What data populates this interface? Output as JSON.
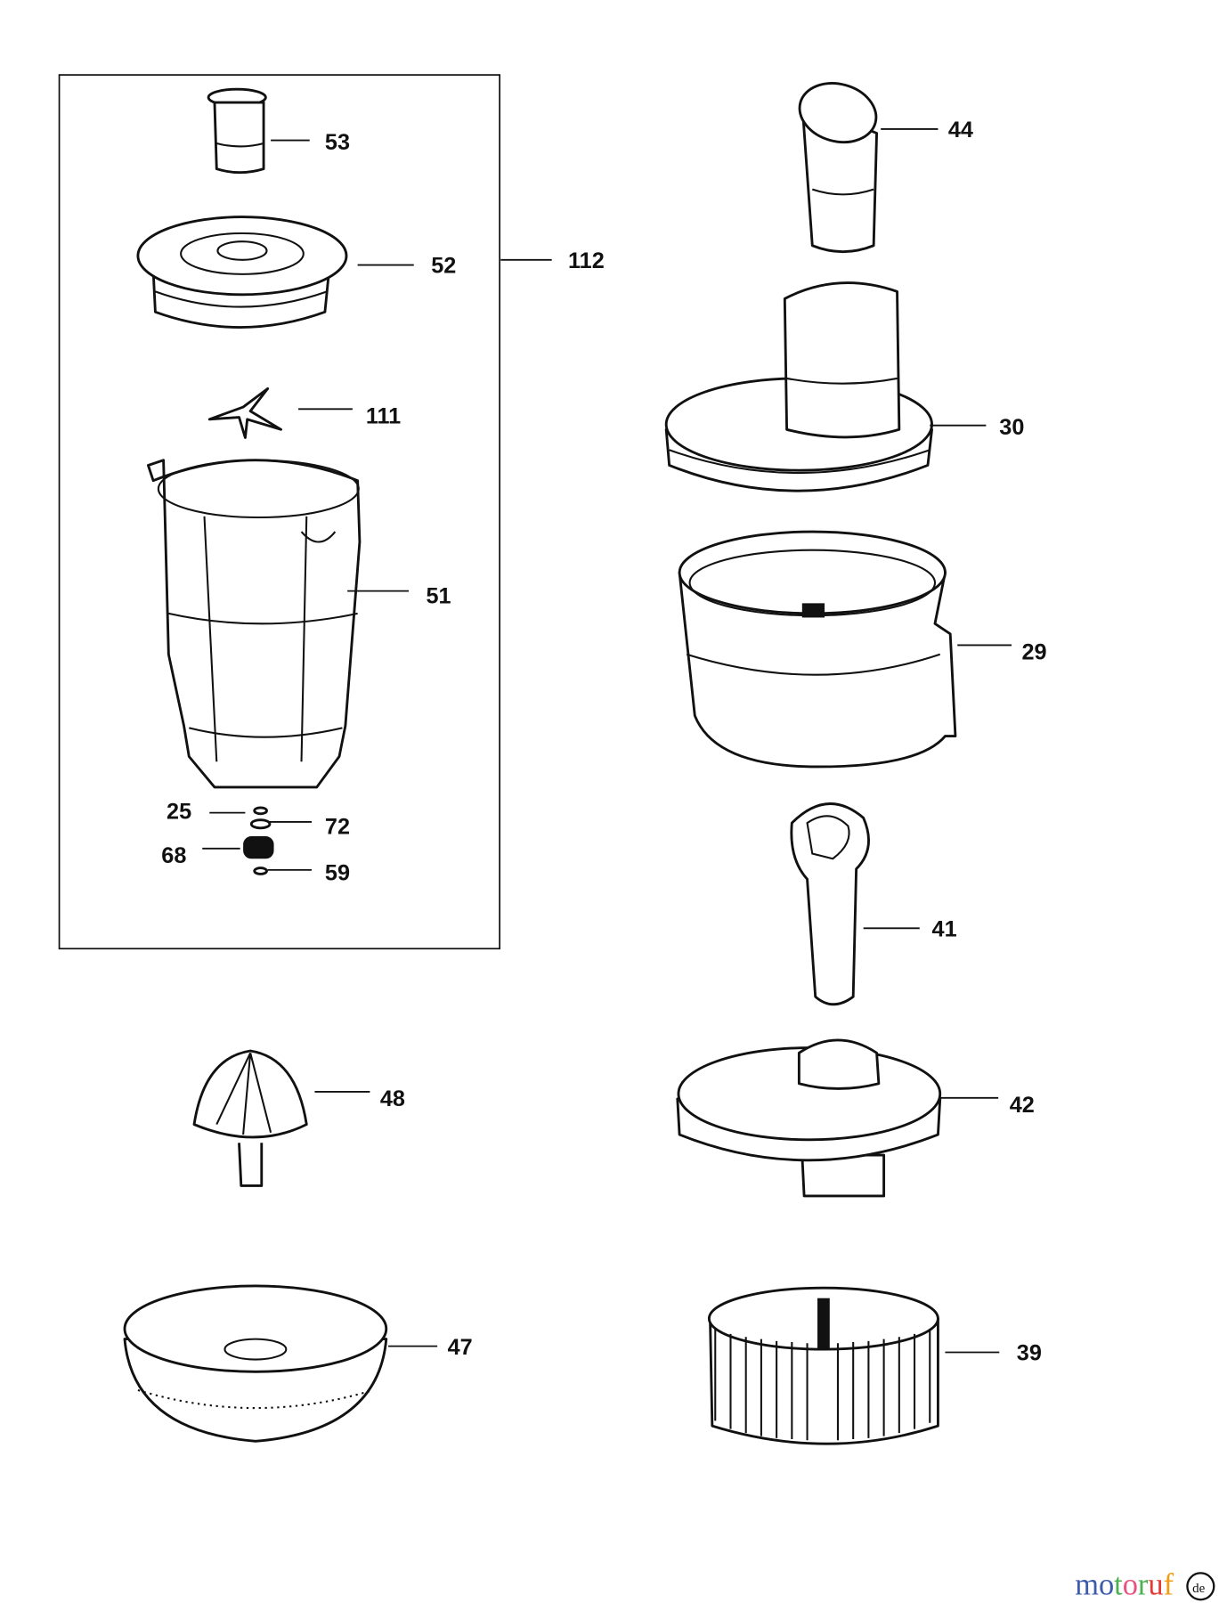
{
  "labels": {
    "p53": "53",
    "p52": "52",
    "p112": "112",
    "p111": "111",
    "p51": "51",
    "p25": "25",
    "p72": "72",
    "p68": "68",
    "p59": "59",
    "p44": "44",
    "p30": "30",
    "p29": "29",
    "p41": "41",
    "p48": "48",
    "p42": "42",
    "p47": "47",
    "p39": "39"
  },
  "logo": {
    "text": "motoruf",
    "suffix": "de",
    "colors": [
      "#3b5bab",
      "#3b5bab",
      "#4caf50",
      "#e75480",
      "#4caf50",
      "#e53935",
      "#f39c12",
      "#f1c40f"
    ]
  }
}
